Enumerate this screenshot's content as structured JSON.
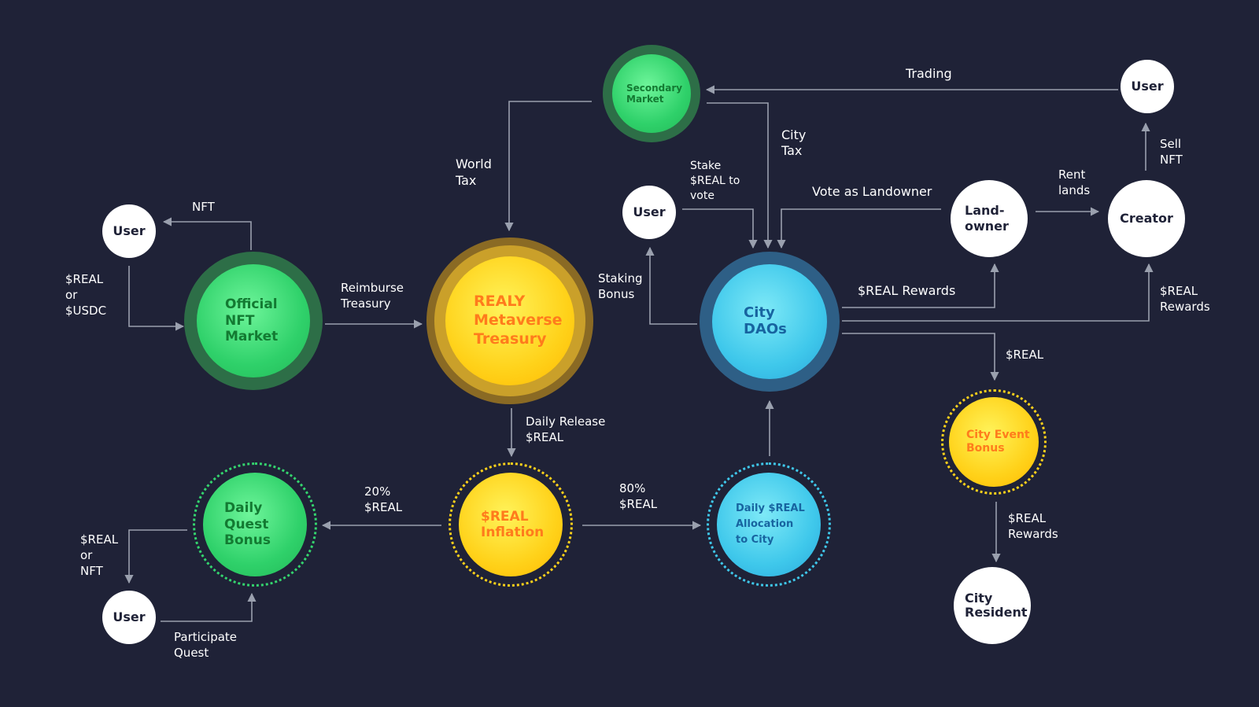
{
  "colors": {
    "background": "#1f2237",
    "line": "#9aa0ae",
    "green": "#2fd16a",
    "yellow": "#ffd21a",
    "blue": "#3fc8eb",
    "white": "#ffffff"
  },
  "nodes": {
    "user_left": "User",
    "official_nft_market": "Official\nNFT\nMarket",
    "treasury": "REALY\nMetaverse\nTreasury",
    "secondary_market": "Secondary\nMarket",
    "user_mid": "User",
    "city_daos": "City\nDAOs",
    "landowner": "Land-\nowner",
    "creator": "Creator",
    "user_top_right": "User",
    "real_inflation": "$REAL\nInflation",
    "daily_quest_bonus": "Daily\nQuest\nBonus",
    "user_bottom_left": "User",
    "daily_allocation": "Daily $REAL\nAllocation\nto City",
    "city_event_bonus": "City Event\nBonus",
    "city_resident": "City\nResident"
  },
  "edge_labels": {
    "nft": "NFT",
    "real_or_usdc": "$REAL\nor\n$USDC",
    "reimburse_treasury": "Reimburse\nTreasury",
    "world_tax": "World\nTax",
    "trading": "Trading",
    "city_tax": "City\nTax",
    "stake_real_to_vote": "Stake\n$REAL to\nvote",
    "vote_as_landowner": "Vote as Landowner",
    "rent_lands": "Rent\nlands",
    "sell_nft": "Sell\nNFT",
    "staking_bonus": "Staking\nBonus",
    "real_rewards_mid": "$REAL Rewards",
    "real_rewards_right": "$REAL\nRewards",
    "real_mid": "$REAL",
    "daily_release_real": "Daily Release\n$REAL",
    "twenty_pct_real": "20%\n$REAL",
    "eighty_pct_real": "80%\n$REAL",
    "real_or_nft": "$REAL\nor\nNFT",
    "participate_quest": "Participate\nQuest",
    "real_rewards_bottom": "$REAL\nRewards"
  }
}
